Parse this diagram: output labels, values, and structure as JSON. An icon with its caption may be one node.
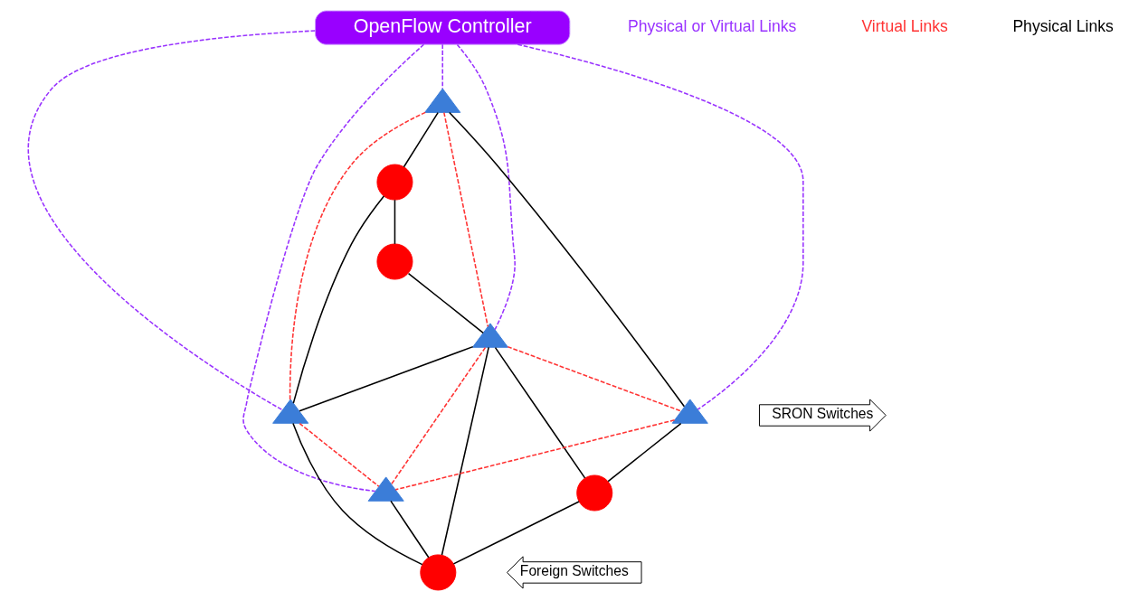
{
  "diagram": {
    "nodes": [
      {
        "text": [
          "OpenFlow Controller"
        ]
      },
      {
        "text": [],
        "shape": "triangle"
      },
      {
        "text": [],
        "shape": "triangle"
      },
      {
        "text": [],
        "shape": "circle"
      },
      {
        "text": [],
        "shape": "triangle"
      },
      {
        "text": [],
        "shape": "triangle"
      },
      {
        "text": [],
        "shape": "circle"
      },
      {
        "text": [],
        "shape": "circle"
      },
      {
        "text": [
          "Foreign Switches"
        ]
      },
      {
        "text": [],
        "shape": "circle"
      },
      {
        "text": [],
        "shape": "triangle"
      },
      {
        "text": [
          "SRON Switches"
        ]
      }
    ],
    "edges": [
      {
        "from": 4,
        "to": 3,
        "arrow": "none"
      },
      {
        "from": 3,
        "to": 1,
        "arrow": "none"
      },
      {
        "from": 3,
        "to": 6,
        "arrow": "none"
      },
      {
        "from": 6,
        "to": 5,
        "arrow": "none"
      },
      {
        "from": 5,
        "to": 1,
        "arrow": "none"
      },
      {
        "from": 1,
        "to": 7,
        "arrow": "none"
      },
      {
        "from": 5,
        "to": 7,
        "arrow": "none"
      },
      {
        "from": 2,
        "to": 7,
        "arrow": "none"
      },
      {
        "from": 5,
        "to": 9,
        "arrow": "none"
      },
      {
        "from": 9,
        "to": 7,
        "arrow": "none"
      },
      {
        "from": 4,
        "to": 10,
        "arrow": "none"
      },
      {
        "from": 10,
        "to": 9,
        "arrow": "none"
      },
      {
        "from": 0,
        "to": 4,
        "arrow": "none",
        "style": "dashed",
        "color": "#9933ff"
      },
      {
        "from": 0,
        "to": 10,
        "arrow": "none",
        "style": "dashed",
        "color": "#9933ff"
      },
      {
        "from": 0,
        "to": 5,
        "arrow": "none",
        "style": "dashed",
        "color": "#9933ff"
      },
      {
        "from": 0,
        "to": 1,
        "arrow": "none",
        "style": "dashed",
        "color": "#9933ff"
      },
      {
        "from": 0,
        "to": 2,
        "arrow": "none",
        "style": "dashed",
        "color": "#9933ff"
      },
      {
        "from": 4,
        "to": 1,
        "arrow": "none",
        "style": "dashed",
        "color": "#ff3333"
      },
      {
        "from": 4,
        "to": 5,
        "arrow": "none",
        "style": "dashed",
        "color": "#ff3333"
      },
      {
        "from": 1,
        "to": 2,
        "arrow": "none",
        "style": "dashed",
        "color": "#ff3333"
      },
      {
        "from": 5,
        "to": 2,
        "arrow": "none",
        "style": "dashed",
        "color": "#ff3333"
      },
      {
        "from": 5,
        "to": 10,
        "arrow": "none",
        "style": "dashed",
        "color": "#ff3333"
      },
      {
        "from": 10,
        "to": 2,
        "arrow": "none",
        "style": "dashed",
        "color": "#ff3333"
      }
    ],
    "labels": [
      "Physical or Virtual Links",
      "Virtual Links",
      "Physical Links"
    ]
  }
}
